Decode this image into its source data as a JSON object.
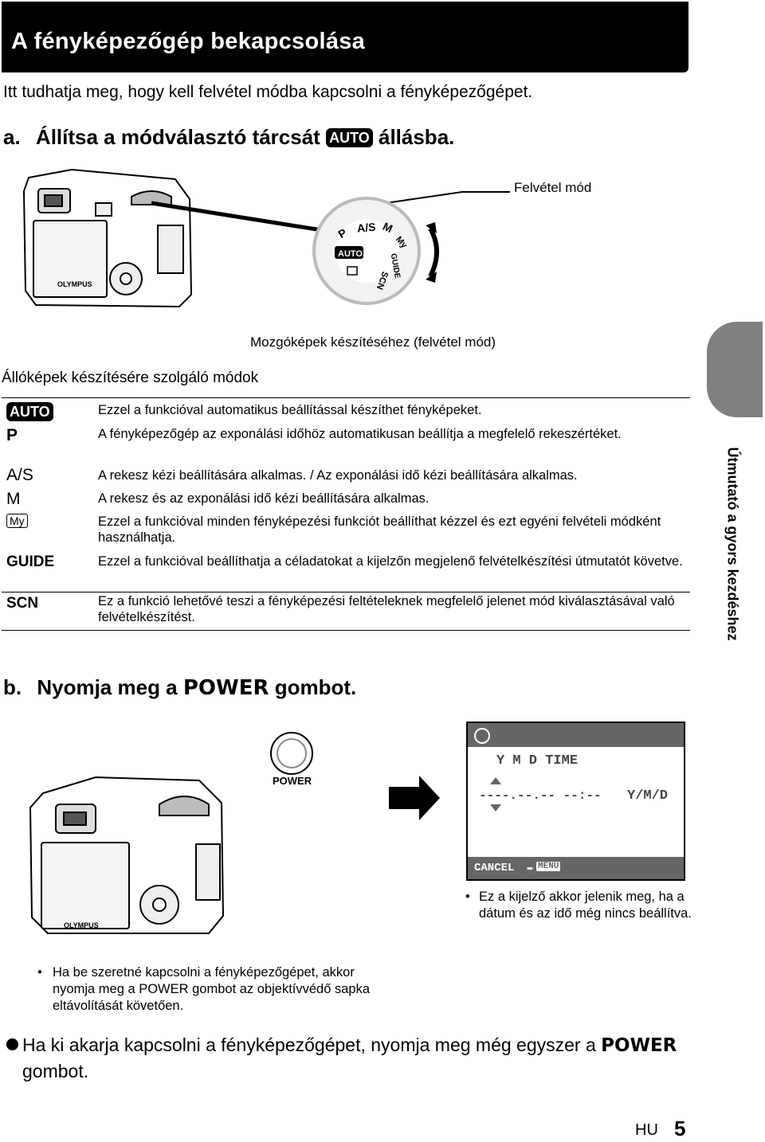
{
  "header": {
    "title": "A fényképezőgép bekapcsolása",
    "intro": "Itt tudhatja meg, hogy kell felvétel módba kapcsolni a fényképezőgépet."
  },
  "step_a": {
    "letter": "a.",
    "text_before": "Állítsa a módválasztó tárcsát",
    "auto_badge": "AUTO",
    "text_after": "állásba."
  },
  "dial": {
    "labels": [
      "P",
      "A/S",
      "M",
      "My",
      "GUIDE",
      "SCN",
      "AUTO"
    ],
    "caption_shooting_mode": "Felvétel mód",
    "caption_movie": "Mozgóképek készítéséhez (felvétel mód)",
    "caption_still": "Állóképek készítésére szolgáló módok"
  },
  "camera": {
    "brand": "OLYMPUS"
  },
  "modes": [
    {
      "symbol": "AUTO",
      "desc": "Ezzel a funkcióval automatikus beállítással készíthet fényképeket."
    },
    {
      "symbol": "P",
      "desc": "A fényképezőgép az exponálási időhöz automatikusan beállítja a megfelelő rekeszértéket."
    },
    {
      "symbol": "A/S",
      "desc": "A rekesz kézi beállítására alkalmas. / Az exponálási idő kézi beállítására alkalmas."
    },
    {
      "symbol": "M",
      "desc": "A rekesz és az exponálási idő kézi beállítására alkalmas."
    },
    {
      "symbol": "My",
      "desc": "Ezzel a funkcióval minden fényképezési funkciót beállíthat kézzel és ezt egyéni felvételi módként használhatja."
    },
    {
      "symbol": "GUIDE",
      "desc": "Ezzel a funkcióval beállíthatja a céladatokat a kijelzőn megjelenő felvételkészítési útmutatót követve."
    },
    {
      "symbol": "SCN",
      "desc": "Ez a funkció lehetővé teszi a fényképezési feltételeknek megfelelő jelenet mód kiválasztásával való felvételkészítést."
    }
  ],
  "side_tab": {
    "label": "Útmutató a gyors kezdéshez"
  },
  "step_b": {
    "letter": "b.",
    "text_before": "Nyomja meg a",
    "power_word": "POWER",
    "text_after": "gombot.",
    "power_button_label": "POWER"
  },
  "lcd": {
    "header_cols": "Y  M  D TIME",
    "value": "----.--.-- --:--",
    "format": "Y/M/D",
    "cancel": "CANCEL",
    "menu": "MENU"
  },
  "notes": {
    "lcd_note": "Ez a kijelző akkor jelenik meg, ha a dátum és az idő még nincs beállítva.",
    "cap_note": "Ha be szeretné kapcsolni a fényképezőgépet, akkor nyomja meg a POWER gombot az objektívvédő sapka eltávolítását követően.",
    "off_note_before": "Ha ki akarja kapcsolni a fényképezőgépet, nyomja meg még egyszer a",
    "off_note_power": "POWER",
    "off_note_after": "gombot."
  },
  "footer": {
    "lang": "HU",
    "page": "5"
  }
}
